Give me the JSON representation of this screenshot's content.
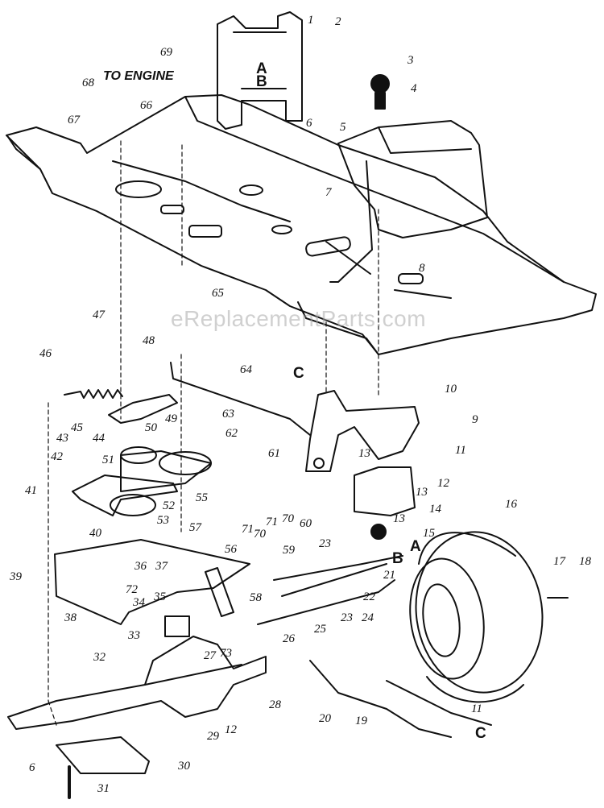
{
  "header_note": "TO ENGINE",
  "watermark": "eReplacementParts.com",
  "connector_letters": [
    "A",
    "B",
    "C"
  ],
  "part_callouts": [
    "1",
    "2",
    "3",
    "4",
    "5",
    "6",
    "7",
    "8",
    "9",
    "10",
    "11",
    "12",
    "13",
    "14",
    "15",
    "16",
    "17",
    "18",
    "19",
    "20",
    "21",
    "22",
    "23",
    "24",
    "25",
    "26",
    "27",
    "28",
    "29",
    "30",
    "31",
    "32",
    "33",
    "34",
    "35",
    "36",
    "37",
    "38",
    "39",
    "40",
    "41",
    "42",
    "43",
    "44",
    "45",
    "46",
    "47",
    "48",
    "49",
    "50",
    "51",
    "52",
    "53",
    "55",
    "56",
    "57",
    "58",
    "59",
    "60",
    "61",
    "62",
    "63",
    "64",
    "65",
    "66",
    "67",
    "68",
    "69",
    "70",
    "71",
    "72",
    "73"
  ],
  "colors": {
    "ink": "#111111",
    "paper": "#ffffff",
    "watermark": "#aaaaaa"
  }
}
